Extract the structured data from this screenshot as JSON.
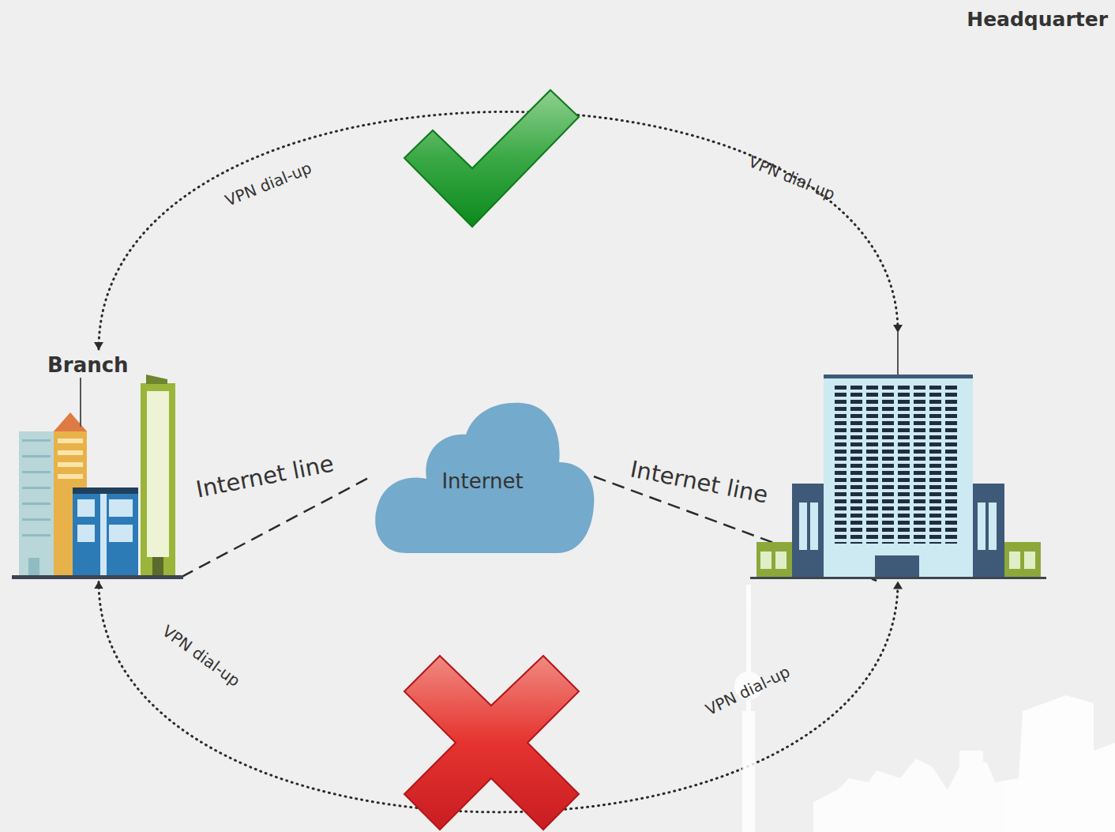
{
  "diagram": {
    "nodes": [
      {
        "text": [
          "Branch"
        ]
      },
      {
        "text": [
          "Headquarter"
        ]
      },
      {
        "text": [
          "Internet"
        ]
      }
    ],
    "edges": [
      {
        "from": 0,
        "to": 2,
        "arrow": "none",
        "label": "Internet line"
      },
      {
        "from": 2,
        "to": 1,
        "arrow": "none",
        "label": "Internet line"
      },
      {
        "from": 0,
        "to": 1,
        "arrow": "both",
        "label": "VPN dial-up"
      },
      {
        "from": 0,
        "to": 1,
        "arrow": "both",
        "label": "VPN dial-up"
      }
    ],
    "labels": [
      "VPN dial-up",
      "VPN dial-up"
    ]
  }
}
